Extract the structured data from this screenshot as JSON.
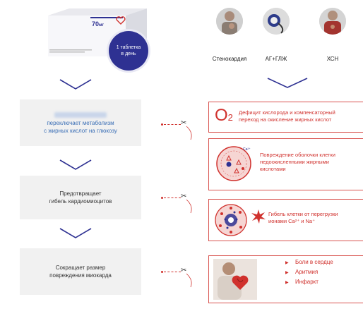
{
  "product": {
    "dose": "70",
    "dose_unit": "мг",
    "badge": "1 таблетка в день"
  },
  "conditions": [
    {
      "label": "Стенокардия"
    },
    {
      "label": "АГ+ГЛЖ"
    },
    {
      "label": "ХСН"
    }
  ],
  "steps": [
    {
      "text_line1": "переключает метаболизм",
      "text_line2": "с жирных кислот на глюкозу"
    },
    {
      "text_line1": "Предотвращает",
      "text_line2": "гибель кардиомиоцитов"
    },
    {
      "text_line1": "Сокращает размер",
      "text_line2": "повреждения миокарда"
    }
  ],
  "effects": [
    {
      "symbol": "O",
      "subscript": "2",
      "text_line1": "Дефицит кислорода и компенсаторный",
      "text_line2": "переход на окисление жирных кислот"
    },
    {
      "text_line1": "Повреждение оболочки клетки",
      "text_line2": "недоокисленными жирными",
      "text_line3": "кислотами",
      "ion": "Ca²⁺"
    },
    {
      "text_line1": "Гибель клетки от перегрузки",
      "text_line2": "ионами Ca²⁺ и Na⁺"
    }
  ],
  "outcomes": [
    "Боли в сердце",
    "Аритмия",
    "Инфаркт"
  ],
  "colors": {
    "navy": "#2e3192",
    "red": "#d0312d",
    "blue_text": "#3b6fb6",
    "gray_box": "#f1f1f1"
  }
}
